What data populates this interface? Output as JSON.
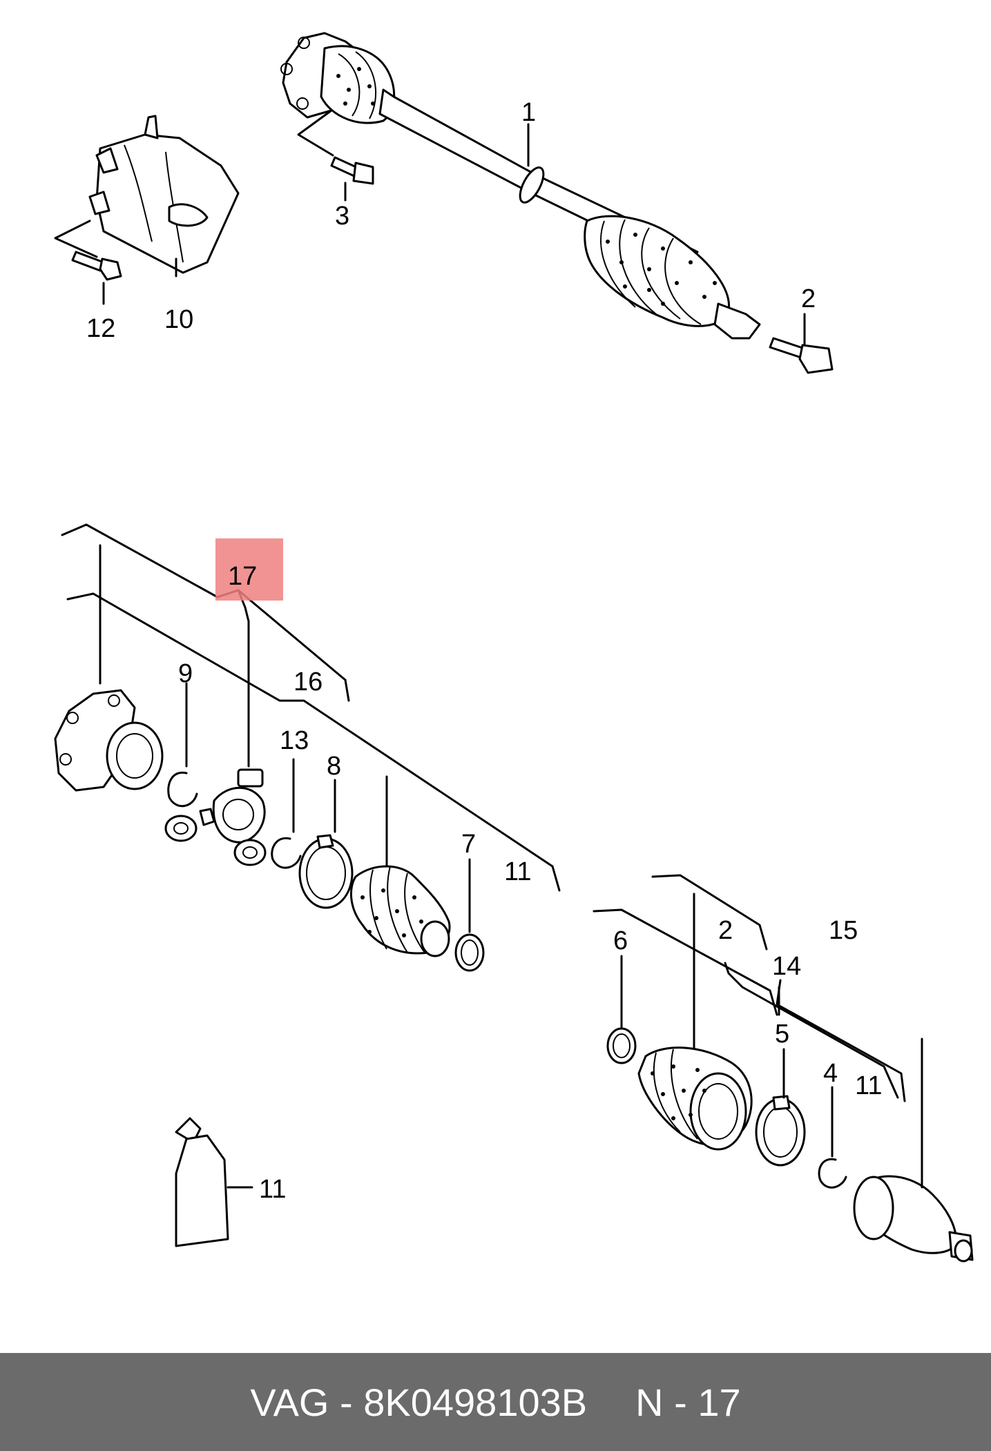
{
  "labels": {
    "l1": "1",
    "l2_top": "2",
    "l3": "3",
    "l10": "10",
    "l12": "12",
    "l17": "17",
    "l16": "16",
    "l9": "9",
    "l13": "13",
    "l8": "8",
    "l7": "7",
    "l11_mid": "11",
    "l6": "6",
    "l2_bottom": "2",
    "l15": "15",
    "l14": "14",
    "l5": "5",
    "l4": "4",
    "l11_right": "11",
    "l11_tube": "11"
  },
  "highlight_color": "#f08080",
  "footer": {
    "brand": "VAG",
    "separator": " - ",
    "part_number": "8K0498103B",
    "ref": "N - 17",
    "background": "#6b6b6b",
    "text_color": "#ffffff"
  }
}
